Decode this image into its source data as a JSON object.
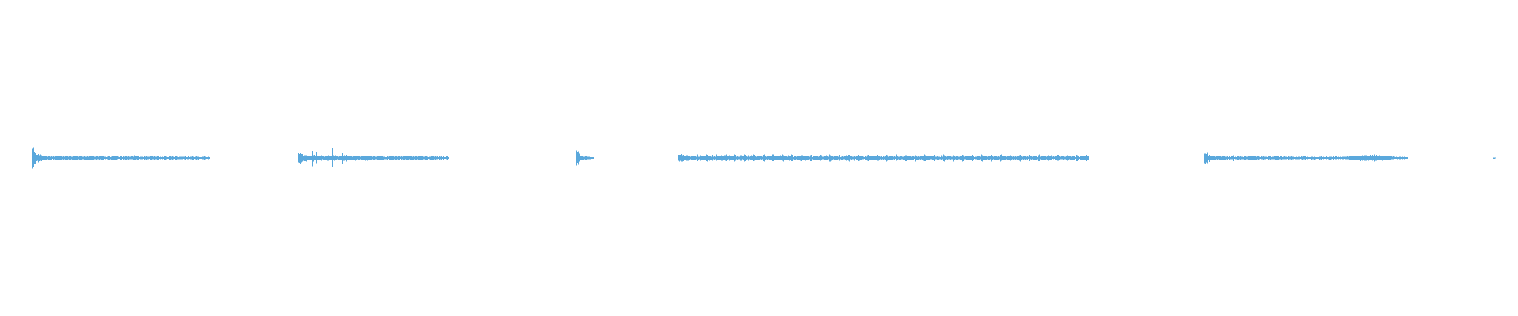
{
  "waveform": {
    "color": "#5aa8dc",
    "background": "#ffffff",
    "clips": [
      {
        "name": "clip-1",
        "start": 40,
        "end": 265,
        "attack": 14,
        "body": 3,
        "tail": 2,
        "density": 0.55,
        "peaks": [
          [
            52,
            4
          ],
          [
            170,
            3
          ],
          [
            185,
            2
          ]
        ],
        "swell": null
      },
      {
        "name": "clip-2",
        "start": 377,
        "end": 567,
        "attack": 10,
        "body": 4,
        "tail": 2,
        "density": 0.6,
        "peaks": [
          [
            395,
            10
          ],
          [
            400,
            7
          ],
          [
            408,
            12
          ],
          [
            413,
            8
          ],
          [
            420,
            13
          ],
          [
            427,
            9
          ],
          [
            433,
            6
          ],
          [
            438,
            4
          ]
        ],
        "swell": null
      },
      {
        "name": "clip-3",
        "start": 728,
        "end": 750,
        "attack": 10,
        "body": 2,
        "tail": 1,
        "density": 0.5,
        "peaks": [],
        "swell": null
      },
      {
        "name": "clip-4",
        "start": 857,
        "end": 1377,
        "attack": 8,
        "body": 3,
        "tail": 2.5,
        "density": 0.7,
        "peaks": [],
        "swell": null
      },
      {
        "name": "clip-5",
        "start": 1523,
        "end": 1780,
        "attack": 9,
        "body": 2.5,
        "tail": 1.5,
        "density": 0.55,
        "peaks": [
          [
            1545,
            4
          ],
          [
            1560,
            4
          ]
        ],
        "swell": [
          1690,
          1775,
          4
        ]
      },
      {
        "name": "clip-6",
        "start": 1888,
        "end": 1891,
        "attack": 1,
        "body": 1,
        "tail": 1,
        "density": 0.3,
        "peaks": [],
        "swell": null
      }
    ]
  }
}
